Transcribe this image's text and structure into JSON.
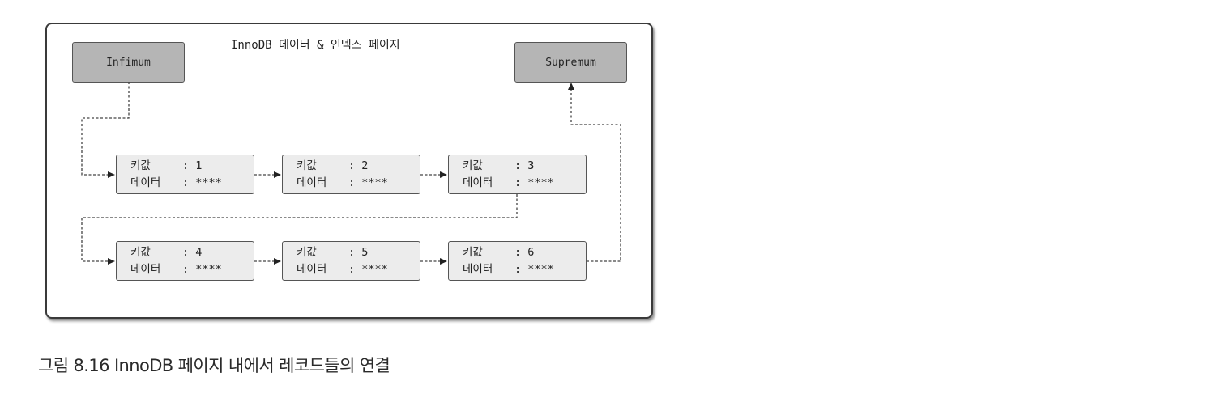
{
  "title": "InnoDB 데이터 & 인덱스 페이지",
  "infimum_label": "Infimum",
  "supremum_label": "Supremum",
  "key_label": "키값",
  "data_label": "데이터",
  "records": [
    {
      "key": "1",
      "data": "****"
    },
    {
      "key": "2",
      "data": "****"
    },
    {
      "key": "3",
      "data": "****"
    },
    {
      "key": "4",
      "data": "****"
    },
    {
      "key": "5",
      "data": "****"
    },
    {
      "key": "6",
      "data": "****"
    }
  ],
  "caption": "그림 8.16 InnoDB 페이지 내에서 레코드들의 연결"
}
